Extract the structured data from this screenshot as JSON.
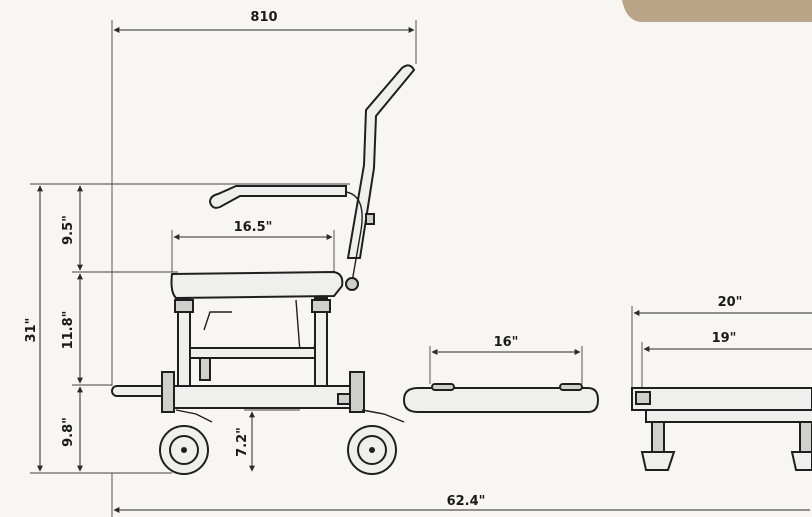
{
  "dimensions": {
    "overall_width": "810",
    "back_height": "9.5\"",
    "seat_height": "11.8\"",
    "base_height": "9.8\"",
    "total_height": "31\"",
    "seat_depth": "16.5\"",
    "wheel_height": "7.2\"",
    "overall_length": "62.4\"",
    "seat_part_width": "16\"",
    "rail_outer_width": "20\"",
    "rail_inner_width": "19\""
  },
  "colors": {
    "background": "#f7f6f3",
    "line": "#1f1f1f",
    "photo_corner": "#b9a488"
  },
  "icons": [
    "wheel-icon",
    "arrow-marker"
  ]
}
